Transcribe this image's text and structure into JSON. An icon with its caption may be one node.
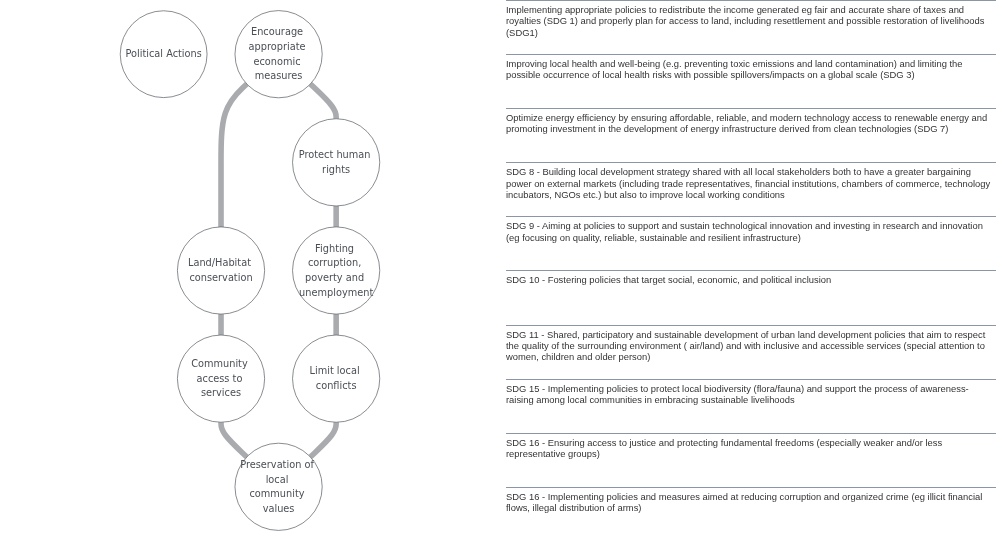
{
  "diagram": {
    "nodes": [
      {
        "text": [
          "Political Actions"
        ]
      },
      {
        "text": [
          "Encourage appropriate economic measures"
        ]
      },
      {
        "text": [
          "Land/Habitat conservation"
        ]
      },
      {
        "text": [
          "Community access to services"
        ]
      },
      {
        "text": [
          "Preservation of local community values"
        ]
      },
      {
        "text": [
          "Limit local conflicts"
        ]
      },
      {
        "text": [
          "Fighting corruption, poverty and unemployment"
        ]
      },
      {
        "text": [
          "Protect human rights"
        ]
      }
    ],
    "edges": [
      {
        "from": 1,
        "to": 2,
        "arrow": "none"
      },
      {
        "from": 2,
        "to": 3,
        "arrow": "none"
      },
      {
        "from": 3,
        "to": 4,
        "arrow": "none"
      },
      {
        "from": 5,
        "to": 4,
        "arrow": "none"
      },
      {
        "from": 6,
        "to": 5,
        "arrow": "none"
      },
      {
        "from": 7,
        "to": 6,
        "arrow": "none"
      },
      {
        "from": 1,
        "to": 7,
        "arrow": "none"
      }
    ],
    "labels": [
      "Implementing appropriate policies to redistribute the income generated eg fair and accurate share of taxes and royalties (SDG 1) and properly plan for access to land, including resettlement and possible restoration of livelihoods (SDG1)",
      "Improving local health and well-being (e.g. preventing toxic emissions and land contamination) and limiting the possible occurrence of local health risks with possible spillovers/impacts on a global scale (SDG 3)",
      "Optimize energy efficiency by ensuring affordable, reliable, and modern technology access to renewable energy and promoting investment in the development of energy infrastructure derived from clean technologies (SDG 7)",
      "SDG 8 - Building local development strategy shared with all local stakeholders both to have a greater bargaining power on external markets (including trade representatives, financial institutions, chambers of commerce, technology incubators, NGOs etc.) but also to improve local working conditions",
      "SDG 9 - Aiming at policies to support and sustain technological innovation and investing in research and innovation (eg focusing on quality, reliable, sustainable and resilient infrastructure)",
      "SDG 10 - Fostering policies that target social, economic, and political inclusion",
      "SDG 11 - Shared, participatory and sustainable development of urban land development policies that aim to respect the quality of the surrounding environment ( air/land) and with inclusive and accessible services (special attention to women, children and older person)",
      "SDG 15 - Implementing policies to protect local biodiversity (flora/fauna) and support the process of awareness-raising among local communities in embracing sustainable livelihoods",
      "SDG 16 - Ensuring access to justice and protecting fundamental freedoms (especially weaker and/or less representative groups)",
      "SDG 16 - Implementing policies and measures aimed at reducing corruption and organized crime (eg illicit financial flows, illegal distribution of arms)"
    ]
  }
}
